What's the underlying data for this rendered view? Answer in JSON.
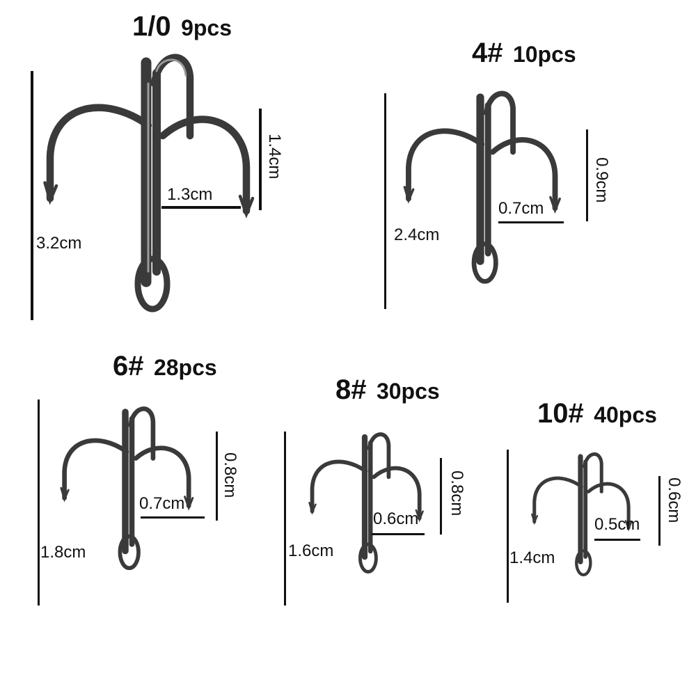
{
  "hooks": [
    {
      "size": "1/0",
      "quantity": "9pcs",
      "length": "3.2cm",
      "gap": "1.3cm",
      "bend": "1.4cm"
    },
    {
      "size": "4#",
      "quantity": "10pcs",
      "length": "2.4cm",
      "gap": "0.7cm",
      "bend": "0.9cm"
    },
    {
      "size": "6#",
      "quantity": "28pcs",
      "length": "1.8cm",
      "gap": "0.7cm",
      "bend": "0.8cm"
    },
    {
      "size": "8#",
      "quantity": "30pcs",
      "length": "1.6cm",
      "gap": "0.6cm",
      "bend": "0.8cm"
    },
    {
      "size": "10#",
      "quantity": "40pcs",
      "length": "1.4cm",
      "gap": "0.5cm",
      "bend": "0.6cm"
    }
  ],
  "colors": {
    "hook_metal": "#3a3a3a",
    "hook_highlight": "#9a9a9a",
    "dimension_line": "#111111"
  },
  "icons": [
    "treble-hook-icon"
  ]
}
